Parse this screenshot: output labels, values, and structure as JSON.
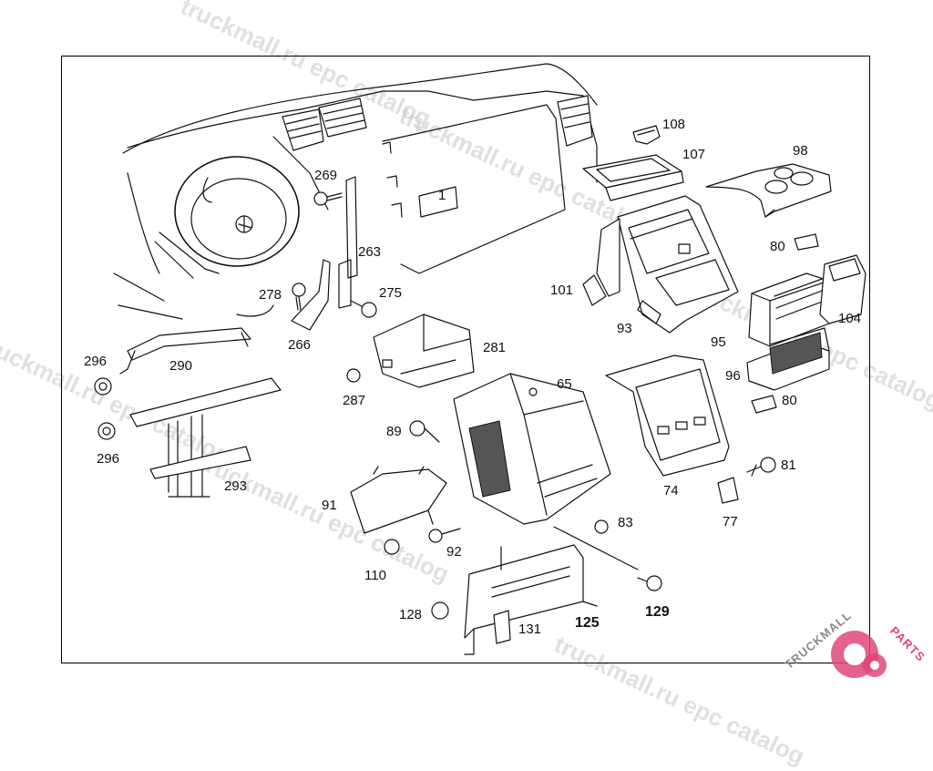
{
  "watermark": "truckmall.ru epc catalog",
  "brand_logo": {
    "text_a": "TRUCKMALL",
    "text_b": "PARTS",
    "color_a": "#8a8a8a",
    "color_b": "#e0457b"
  },
  "parts": [
    {
      "id": "l108",
      "label": "108",
      "bold": false
    },
    {
      "id": "l107",
      "label": "107",
      "bold": false
    },
    {
      "id": "l98",
      "label": "98",
      "bold": false
    },
    {
      "id": "l269",
      "label": "269",
      "bold": false
    },
    {
      "id": "l263",
      "label": "263",
      "bold": false
    },
    {
      "id": "l278",
      "label": "278",
      "bold": false
    },
    {
      "id": "l275",
      "label": "275",
      "bold": false
    },
    {
      "id": "l266",
      "label": "266",
      "bold": false
    },
    {
      "id": "l80a",
      "label": "80",
      "bold": false
    },
    {
      "id": "l101",
      "label": "101",
      "bold": false
    },
    {
      "id": "l93",
      "label": "93",
      "bold": false
    },
    {
      "id": "l104",
      "label": "104",
      "bold": false
    },
    {
      "id": "l95",
      "label": "95",
      "bold": false
    },
    {
      "id": "l96",
      "label": "96",
      "bold": false
    },
    {
      "id": "l80b",
      "label": "80",
      "bold": false
    },
    {
      "id": "l296a",
      "label": "296",
      "bold": false
    },
    {
      "id": "l290",
      "label": "290",
      "bold": false
    },
    {
      "id": "l281",
      "label": "281",
      "bold": false
    },
    {
      "id": "l287",
      "label": "287",
      "bold": false
    },
    {
      "id": "l65",
      "label": "65",
      "bold": false
    },
    {
      "id": "l89",
      "label": "89",
      "bold": false
    },
    {
      "id": "l296b",
      "label": "296",
      "bold": false
    },
    {
      "id": "l293",
      "label": "293",
      "bold": false
    },
    {
      "id": "l74",
      "label": "74",
      "bold": false
    },
    {
      "id": "l81",
      "label": "81",
      "bold": false
    },
    {
      "id": "l77",
      "label": "77",
      "bold": false
    },
    {
      "id": "l91",
      "label": "91",
      "bold": false
    },
    {
      "id": "l83",
      "label": "83",
      "bold": false
    },
    {
      "id": "l92",
      "label": "92",
      "bold": false
    },
    {
      "id": "l110",
      "label": "110",
      "bold": false
    },
    {
      "id": "l129",
      "label": "129",
      "bold": true
    },
    {
      "id": "l128",
      "label": "128",
      "bold": false
    },
    {
      "id": "l131",
      "label": "131",
      "bold": false
    },
    {
      "id": "l125",
      "label": "125",
      "bold": true
    },
    {
      "id": "l1",
      "label": "1",
      "bold": false
    }
  ]
}
